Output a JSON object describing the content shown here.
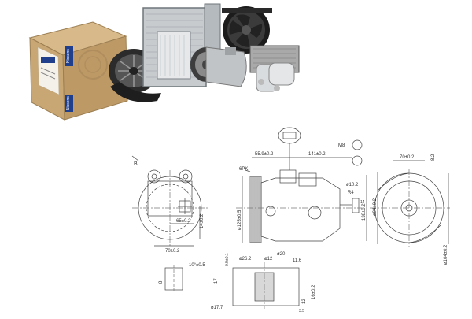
{
  "box": {
    "brand_text": "Nissens",
    "brand_text_side": "Nissens"
  },
  "dimensions": {
    "d_55_9": "55.9±0.2",
    "d_141": "141±0.2",
    "m8": "M8",
    "d_70": "70±0.2",
    "d_8_2": "8.2",
    "d_6ph": "6PK",
    "d_10": "ø10.2",
    "r4": "R4",
    "d_14": "14",
    "d_125": "ø125±0.5",
    "d_138": "138±0.2",
    "d_94": "ø94±0.2",
    "d_104": "ø104±0.2",
    "d_65": "65±0.2",
    "d_14b": "14±0.2",
    "d_70b": "70±0.2",
    "b_label": "B",
    "d_10_bottom": "10°±0.5",
    "d_8": "8",
    "d_26": "ø26.2",
    "d_12": "ø12",
    "d_20": "ø20",
    "d_11": "11.6",
    "d_0_9": "0.9±0.1",
    "d_17": "17",
    "d_17_7": "ø17.7",
    "d_16": "16±0.2",
    "d_12b": "12",
    "d_3_5": "3.5"
  }
}
